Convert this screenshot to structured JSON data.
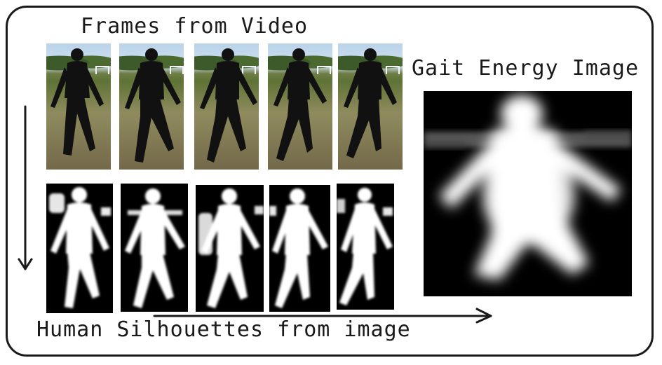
{
  "labels": {
    "frames_from_video": "Frames from Video",
    "gait_energy_image": "Gait Energy Image",
    "human_silhouettes": "Human Silhouettes from image"
  },
  "colors": {
    "stroke": "#1a1a1a",
    "silhouette_bg": "#000000",
    "silhouette_fg": "#ffffff"
  }
}
